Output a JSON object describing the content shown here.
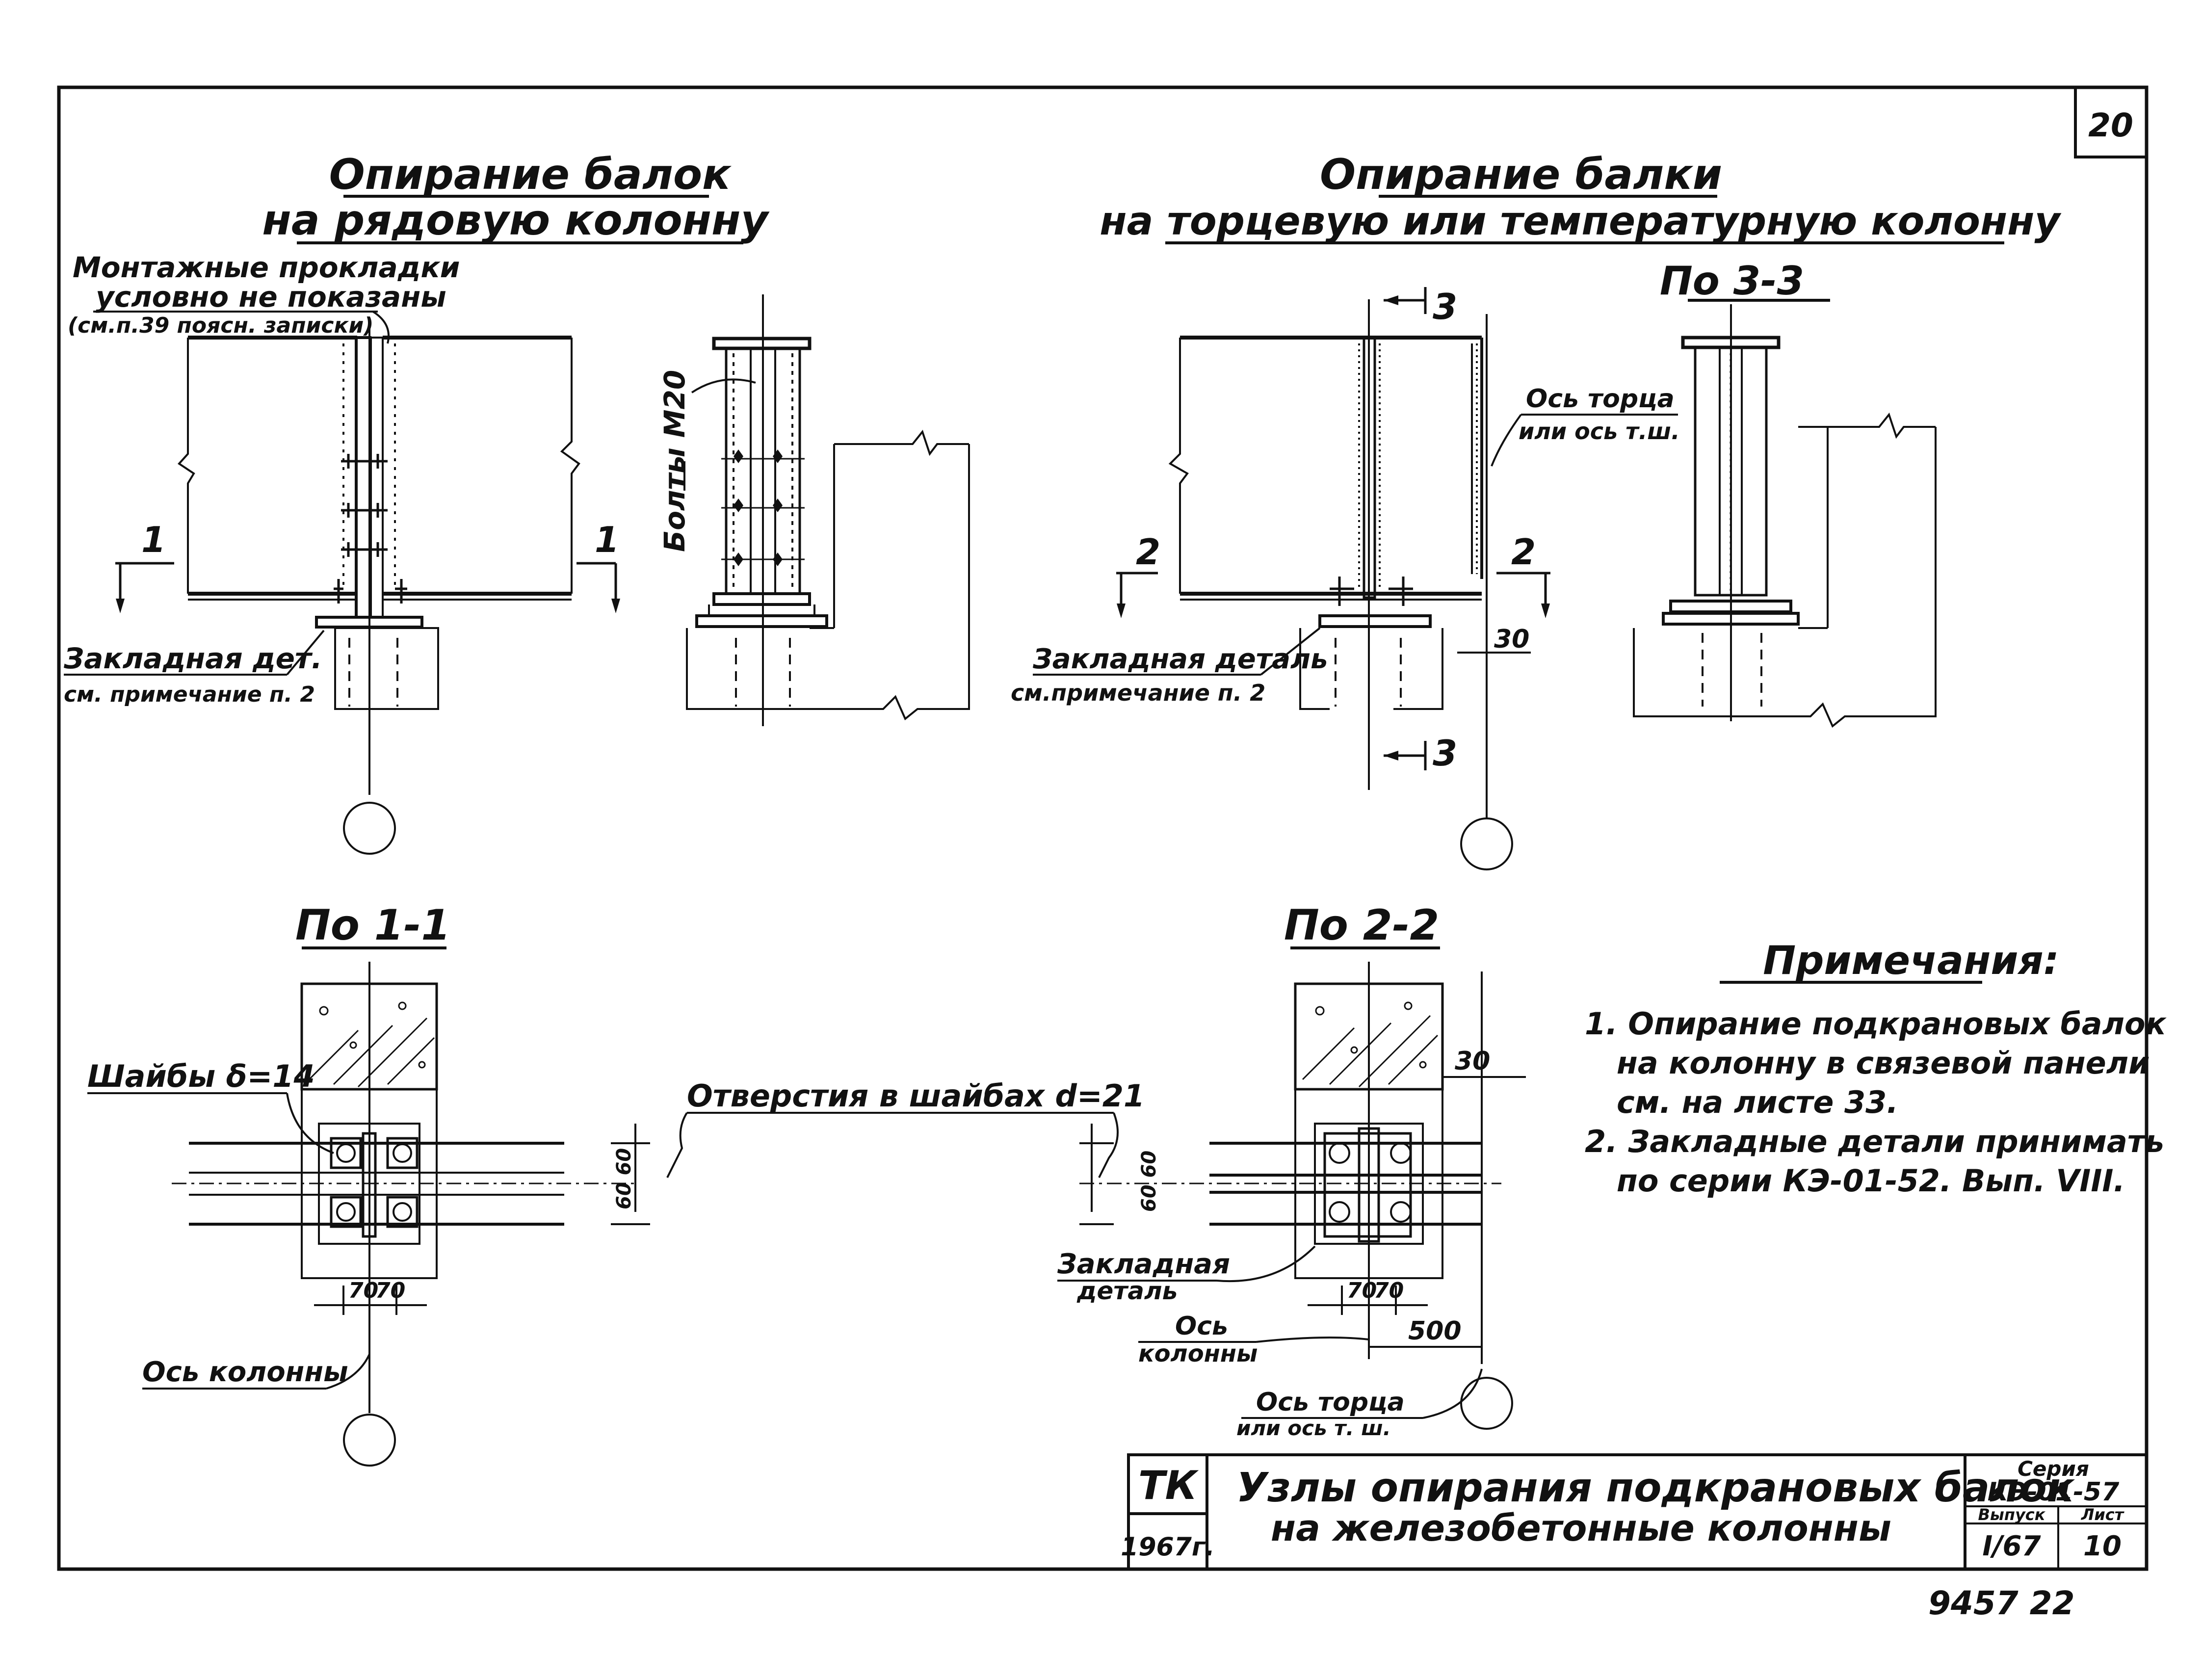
{
  "sheet": {
    "number": "20",
    "footer_code": "9457 22"
  },
  "left_view": {
    "title_line1": "Опирание балок",
    "title_line2": "на рядовую колонну",
    "note_line1": "Монтажные прокладки",
    "note_line2": "условно не показаны",
    "note_line3": "(см.п.39 поясн. записки)",
    "bolts_label": "Болты М20",
    "embed_label_line1": "Закладная дет.",
    "embed_label_line2": "см. примечание п. 2",
    "section_mark": "1"
  },
  "right_view": {
    "title_line1": "Опирание балки",
    "title_line2": "на торцевую или температурную колонну",
    "section_title": "По 3-3",
    "axis_label_line1": "Ось торца",
    "axis_label_line2": "или ось т.ш.",
    "embed_label_line1": "Закладная деталь",
    "embed_label_line2": "см.примечание п. 2",
    "dim_30": "30",
    "section_mark_2": "2",
    "section_mark_3": "3"
  },
  "section_1_1": {
    "title": "По 1-1",
    "washers_label": "Шайбы δ=14",
    "holes_label": "Отверстия в шайбах d=21",
    "dim_vertical": "60 60",
    "dim_70_left": "70",
    "dim_70_right": "70",
    "axis_label": "Ось колонны"
  },
  "section_2_2": {
    "title": "По 2-2",
    "dim_30": "30",
    "dim_vertical": "60 60",
    "embed_label_line1": "Закладная",
    "embed_label_line2": "деталь",
    "axis_col_line1": "Ось",
    "axis_col_line2": "колонны",
    "dim_70_left": "70",
    "dim_70_right": "70",
    "dim_500": "500",
    "axis_end_line1": "Ось торца",
    "axis_end_line2": "или ось т. ш."
  },
  "notes": {
    "heading": "Примечания:",
    "item1_line1": "1. Опирание подкрановых балок",
    "item1_line2": "на колонну в связевой панели",
    "item1_line3": "см. на листе 33.",
    "item2_line1": "2. Закладные детали принимать",
    "item2_line2": "по серии КЭ-01-52. Вып. VIII."
  },
  "title_block": {
    "org": "ТК",
    "year": "1967г.",
    "title_line1": "Узлы опирания подкрановых балок",
    "title_line2": "на железобетонные колонны",
    "series_label": "Серия",
    "series_value": "КЭ-01-57",
    "issue_label": "Выпуск",
    "issue_value": "I/67",
    "sheet_label": "Лист",
    "sheet_value": "10"
  }
}
